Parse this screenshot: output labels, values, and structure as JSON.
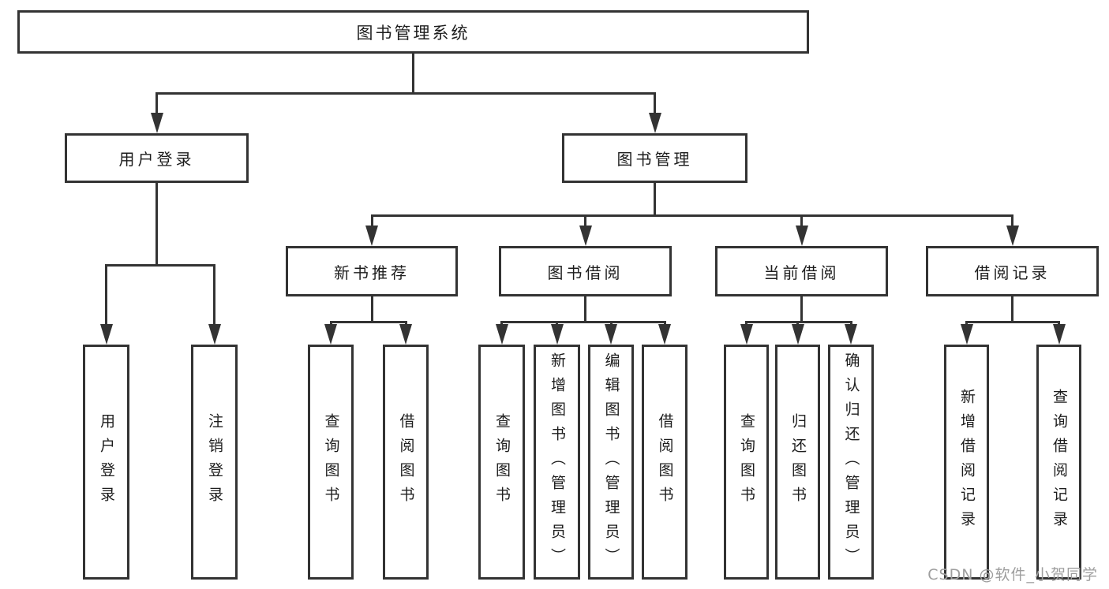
{
  "diagram": {
    "title": "图书管理系统",
    "nodes": [
      {
        "id": "root",
        "label": "图书管理系统",
        "parent": null,
        "vertical": false
      },
      {
        "id": "login",
        "label": "用户登录",
        "parent": "root",
        "vertical": false
      },
      {
        "id": "mgmt",
        "label": "图书管理",
        "parent": "root",
        "vertical": false
      },
      {
        "id": "login-user",
        "label": "用户登录",
        "parent": "login",
        "vertical": true
      },
      {
        "id": "login-logout",
        "label": "注销登录",
        "parent": "login",
        "vertical": true
      },
      {
        "id": "rec",
        "label": "新书推荐",
        "parent": "mgmt",
        "vertical": false
      },
      {
        "id": "borrow",
        "label": "图书借阅",
        "parent": "mgmt",
        "vertical": false
      },
      {
        "id": "current",
        "label": "当前借阅",
        "parent": "mgmt",
        "vertical": false
      },
      {
        "id": "records",
        "label": "借阅记录",
        "parent": "mgmt",
        "vertical": false
      },
      {
        "id": "rec-query",
        "label": "查询图书",
        "parent": "rec",
        "vertical": true
      },
      {
        "id": "rec-borrow",
        "label": "借阅图书",
        "parent": "rec",
        "vertical": true
      },
      {
        "id": "borrow-query",
        "label": "查询图书",
        "parent": "borrow",
        "vertical": true
      },
      {
        "id": "borrow-add",
        "label": "新增图书（管理员）",
        "parent": "borrow",
        "vertical": true
      },
      {
        "id": "borrow-edit",
        "label": "编辑图书（管理员）",
        "parent": "borrow",
        "vertical": true
      },
      {
        "id": "borrow-lend",
        "label": "借阅图书",
        "parent": "borrow",
        "vertical": true
      },
      {
        "id": "current-query",
        "label": "查询图书",
        "parent": "current",
        "vertical": true
      },
      {
        "id": "current-return",
        "label": "归还图书",
        "parent": "current",
        "vertical": true
      },
      {
        "id": "current-confirm",
        "label": "确认归还（管理员）",
        "parent": "current",
        "vertical": true
      },
      {
        "id": "records-add",
        "label": "新增借阅记录",
        "parent": "records",
        "vertical": true
      },
      {
        "id": "records-query",
        "label": "查询借阅记录",
        "parent": "records",
        "vertical": true
      }
    ]
  },
  "watermark": {
    "text": "CSDN @软件_小贺同学"
  },
  "colors": {
    "line": "#333333",
    "box_background": "#ffffff",
    "page_background": "#ffffff",
    "text": "#1d1d1d",
    "watermark": "#9e9e9e"
  }
}
